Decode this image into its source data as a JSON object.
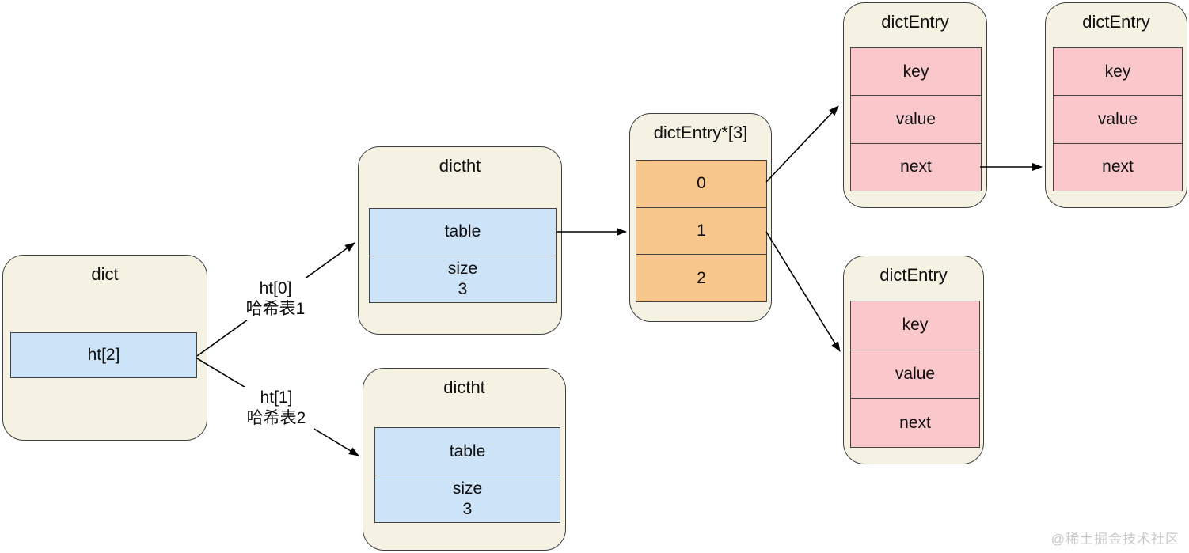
{
  "colors": {
    "canvas": "#FFFFFF",
    "node_fill": "#F5F1E3",
    "node_border": "#3F3F3F",
    "cell_blue": "#CDE3F7",
    "cell_orange": "#F8C78C",
    "cell_pink": "#FAC8CB",
    "cell_border": "#434343",
    "text": "#0F0F0F",
    "arrow": "#000000",
    "watermark": "#C9C9C9"
  },
  "nodes": {
    "dict": {
      "title": "dict",
      "cell": "ht[2]"
    },
    "dictht_top": {
      "title": "dictht",
      "table_cell": "table",
      "size_label": "size",
      "size_value": "3"
    },
    "dictht_bottom": {
      "title": "dictht",
      "table_cell": "table",
      "size_label": "size",
      "size_value": "3"
    },
    "bucket_array": {
      "title": "dictEntry*[3]",
      "rows": [
        "0",
        "1",
        "2"
      ]
    },
    "entry_top_left": {
      "title": "dictEntry",
      "rows": [
        "key",
        "value",
        "next"
      ]
    },
    "entry_top_right": {
      "title": "dictEntry",
      "rows": [
        "key",
        "value",
        "next"
      ]
    },
    "entry_bottom": {
      "title": "dictEntry",
      "rows": [
        "key",
        "value",
        "next"
      ]
    }
  },
  "edge_labels": {
    "ht0": {
      "line1": "ht[0]",
      "line2": "哈希表1"
    },
    "ht1": {
      "line1": "ht[1]",
      "line2": "哈希表2"
    }
  },
  "watermark": "@稀土掘金技术社区"
}
